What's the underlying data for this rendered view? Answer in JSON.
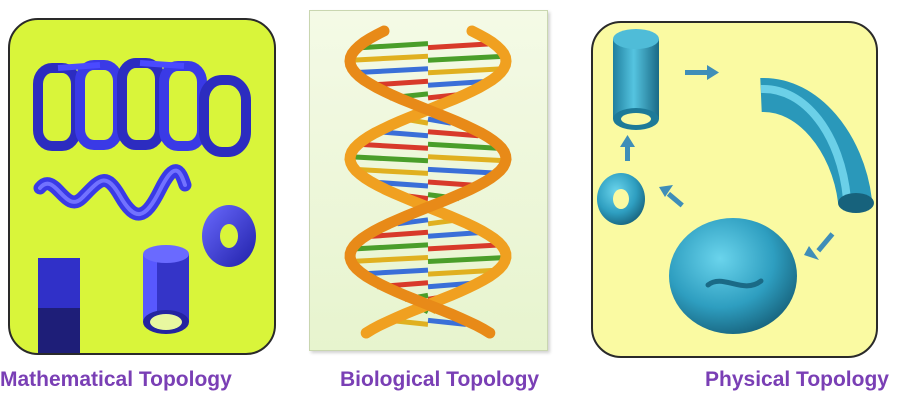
{
  "captions": {
    "math": "Mathematical Topology",
    "bio": "Biological Topology",
    "phys": "Physical Topology"
  },
  "colors": {
    "caption": "#7a3fb5",
    "math_background": "#d9f53a",
    "math_shapes": "#3a3ae6",
    "bio_background": "#eef7dc",
    "dna_backbone": "#f0a020",
    "phys_background": "#fafaa2",
    "phys_shapes": "#2fa3c4"
  },
  "dna_rung_colors": [
    "#3a6fd8",
    "#d83a2a",
    "#4a9e2a",
    "#e0b020"
  ]
}
